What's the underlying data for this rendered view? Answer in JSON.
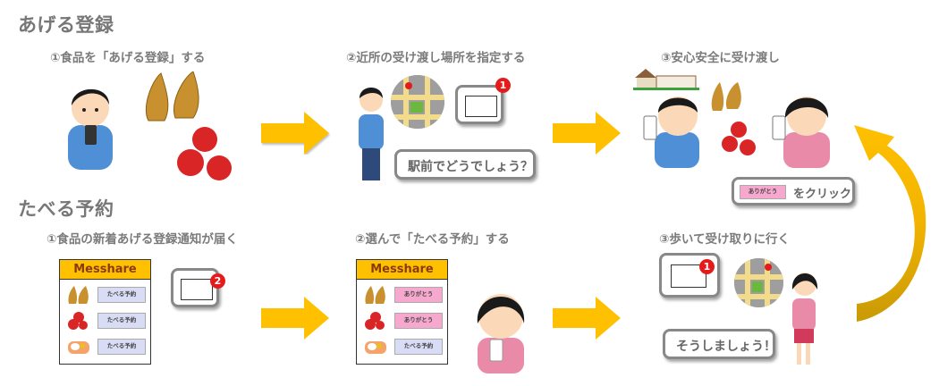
{
  "sections": {
    "give": {
      "title": "あげる登録",
      "steps": [
        {
          "label": "①食品を「あげる登録」する"
        },
        {
          "label": "②近所の受け渡し場所を指定する",
          "mail_badge": "1",
          "speech": "駅前でどうでしょう？"
        },
        {
          "label": "③安心安全に受け渡し",
          "button_label": "ありがとう",
          "speech_suffix": "をクリック"
        }
      ]
    },
    "eat": {
      "title": "たべる予約",
      "steps": [
        {
          "label": "①食品の新着あげる登録通知が届く",
          "mail_badge": "2",
          "app": {
            "name": "Messhare",
            "rows": [
              {
                "food": "bamboo-shoot",
                "button": "たべる予約",
                "state": "eat"
              },
              {
                "food": "tomato",
                "button": "たべる予約",
                "state": "eat"
              },
              {
                "food": "bento",
                "button": "たべる予約",
                "state": "eat"
              }
            ]
          }
        },
        {
          "label": "②選んで「たべる予約」する",
          "app": {
            "name": "Messhare",
            "rows": [
              {
                "food": "bamboo-shoot",
                "button": "ありがとう",
                "state": "thanks"
              },
              {
                "food": "tomato",
                "button": "ありがとう",
                "state": "thanks"
              },
              {
                "food": "bento",
                "button": "たべる予約",
                "state": "eat"
              }
            ]
          }
        },
        {
          "label": "③歩いて受け取りに行く",
          "mail_badge": "1",
          "speech": "そうしましょう！"
        }
      ]
    }
  },
  "colors": {
    "arrow": "#ffc000",
    "arrow_dark": "#d4a010",
    "app_header": "#ffc000",
    "app_title": "#8a3a0f",
    "btn_eat": "#d9dcf5",
    "btn_thanks": "#f7a8cf",
    "badge": "#e41b1b",
    "title_text": "#777777"
  }
}
